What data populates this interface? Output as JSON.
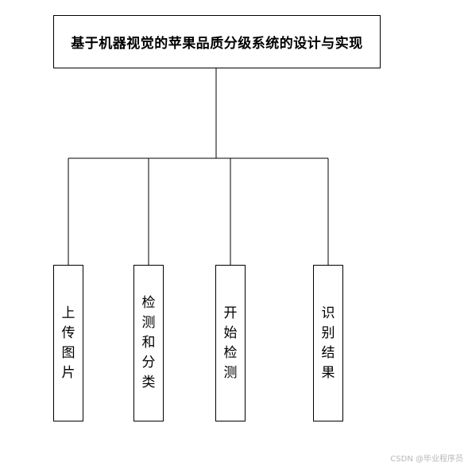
{
  "diagram": {
    "root": {
      "label": "基于机器视觉的苹果品质分级系统的设计与实现"
    },
    "children": [
      {
        "id": "upload",
        "label": "上传图片"
      },
      {
        "id": "detect_classify",
        "label": "检测和分类"
      },
      {
        "id": "start_detect",
        "label": "开始检测"
      },
      {
        "id": "result",
        "label": "识别结果"
      }
    ]
  },
  "watermark": "CSDN @毕业程序员"
}
